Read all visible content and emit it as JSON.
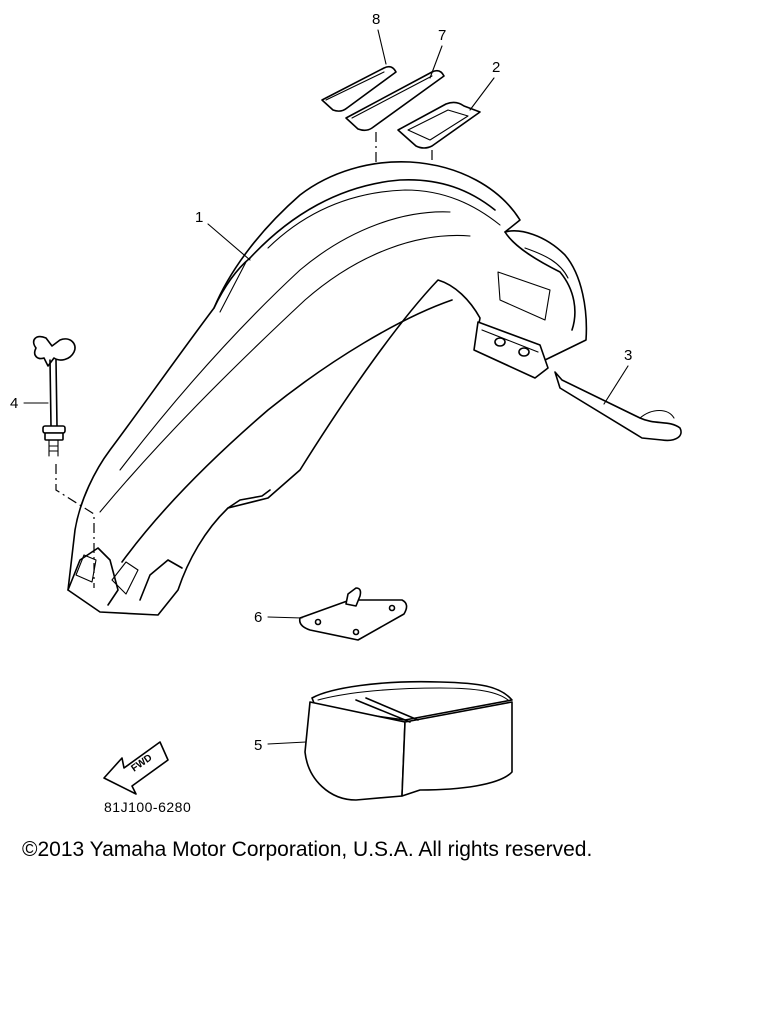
{
  "diagram": {
    "callouts": [
      {
        "id": "1",
        "label": "1"
      },
      {
        "id": "2",
        "label": "2"
      },
      {
        "id": "3",
        "label": "3"
      },
      {
        "id": "4",
        "label": "4"
      },
      {
        "id": "5",
        "label": "5"
      },
      {
        "id": "6",
        "label": "6"
      },
      {
        "id": "7",
        "label": "7"
      },
      {
        "id": "8",
        "label": "8"
      }
    ],
    "fwd_label": "FWD",
    "part_code": "81J100-6280"
  },
  "footer": {
    "copyright": "©2013 Yamaha Motor Corporation, U.S.A. All rights reserved."
  }
}
